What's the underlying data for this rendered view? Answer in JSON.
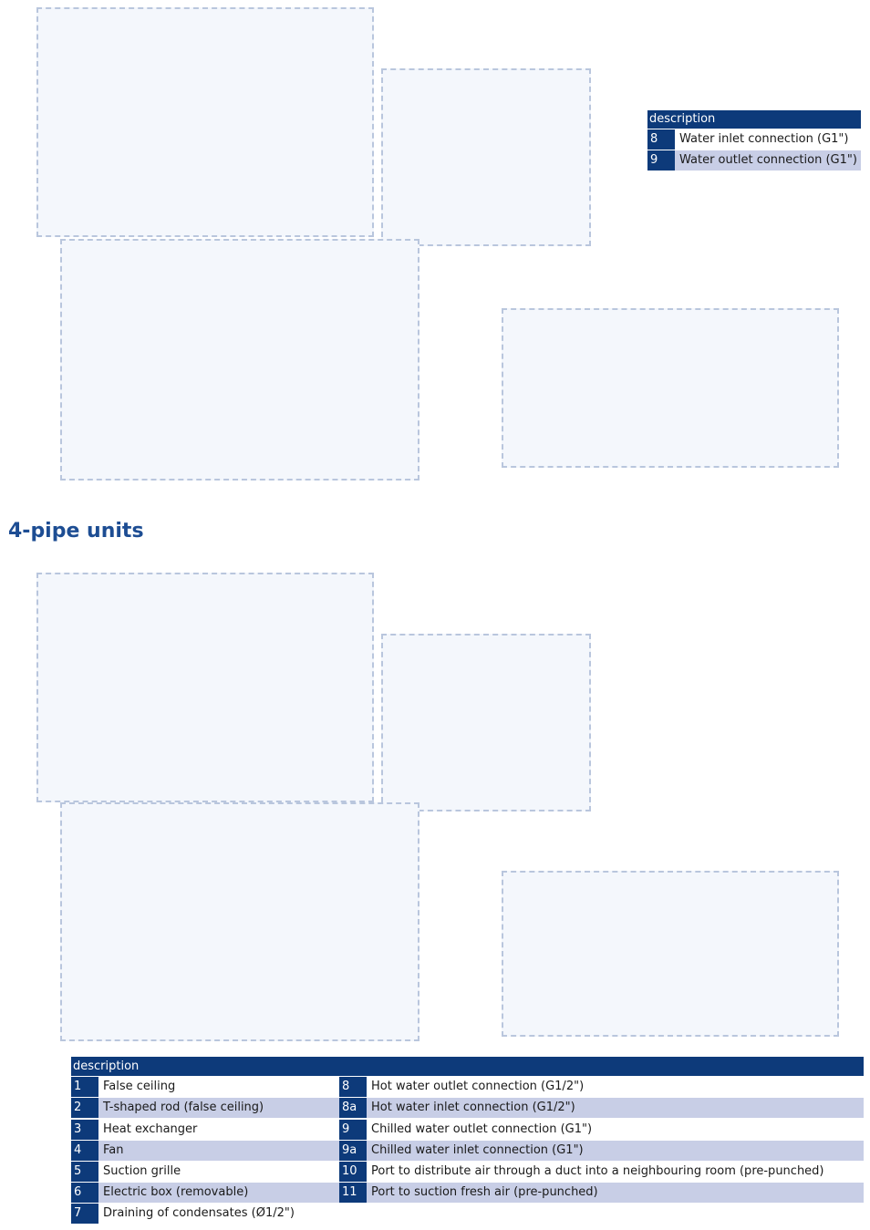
{
  "section_title": "4-pipe units",
  "top_legend": {
    "header": "description",
    "items": [
      {
        "num": "8",
        "text": "Water inlet connection (G1\")"
      },
      {
        "num": "9",
        "text": "Water outlet connection (G1\")"
      }
    ]
  },
  "bottom_legend": {
    "header": "description",
    "left_items": [
      {
        "num": "1",
        "text": "False ceiling"
      },
      {
        "num": "2",
        "text": "T-shaped rod (false ceiling)"
      },
      {
        "num": "3",
        "text": "Heat exchanger"
      },
      {
        "num": "4",
        "text": "Fan"
      },
      {
        "num": "5",
        "text": "Suction grille"
      },
      {
        "num": "6",
        "text": "Electric box (removable)"
      },
      {
        "num": "7",
        "text": "Draining of condensates (Ø1/2\")"
      }
    ],
    "right_items": [
      {
        "num": "8",
        "text": "Hot water outlet connection (G1/2\")"
      },
      {
        "num": "8a",
        "text": "Hot water inlet connection (G1/2\")"
      },
      {
        "num": "9",
        "text": "Chilled water outlet connection (G1\")"
      },
      {
        "num": "9a",
        "text": "Chilled water inlet connection (G1\")"
      },
      {
        "num": "10",
        "text": "Port to distribute air through a duct into a neighbouring room (pre-punched)"
      },
      {
        "num": "11",
        "text": "Port to suction fresh air (pre-punched)"
      }
    ]
  },
  "colors": {
    "header_blue": "#0d3a7a",
    "row_shade": "#c8cee6",
    "title_blue": "#1d4d93"
  }
}
